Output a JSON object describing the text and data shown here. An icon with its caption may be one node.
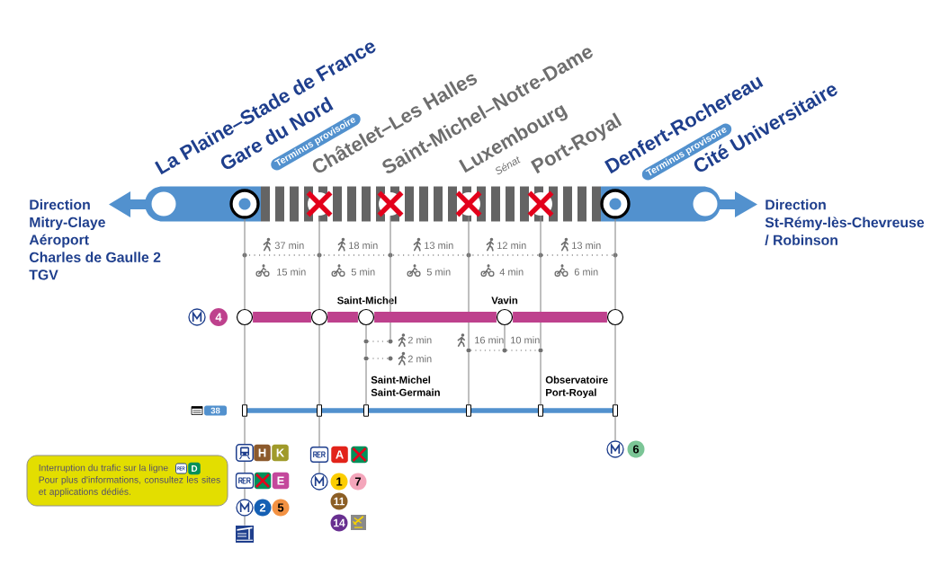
{
  "diagram": {
    "nodes": [
      {
        "text": [],
        "shape": "bar"
      },
      {
        "text": [
          "La Plaine–Stade de France"
        ],
        "in": 0
      },
      {
        "text": [
          "Gare du Nord",
          "Terminus provisoire"
        ],
        "in": 0
      },
      {
        "text": [],
        "shape": "bar"
      },
      {
        "text": [
          "Châtelet–Les Halles"
        ],
        "in": 3
      },
      {
        "text": [
          "Saint-Michel–Notre-Dame"
        ],
        "in": 3
      },
      {
        "text": [
          "Luxembourg",
          "Sénat"
        ],
        "in": 3
      },
      {
        "text": [
          "Port-Royal"
        ],
        "in": 3
      },
      {
        "text": [],
        "shape": "bar"
      },
      {
        "text": [
          "Denfert-Rochereau",
          "Terminus provisoire"
        ],
        "in": 8
      },
      {
        "text": [
          "Cité Universitaire"
        ],
        "in": 8
      },
      {
        "text": [
          "4"
        ]
      },
      {
        "text": [],
        "shape": "circle"
      },
      {
        "text": [],
        "shape": "circle"
      },
      {
        "text": [
          "Saint-Michel"
        ]
      },
      {
        "text": [
          "Vavin"
        ]
      },
      {
        "text": [],
        "shape": "circle"
      },
      {
        "text": [],
        "shape": "circle"
      },
      {
        "text": [],
        "shape": "circle"
      },
      {
        "text": [],
        "shape": "circle"
      },
      {
        "text": [],
        "shape": "circle"
      },
      {
        "text": [],
        "shape": "circle"
      },
      {
        "text": [],
        "shape": "circle"
      },
      {
        "text": [],
        "shape": "circle"
      },
      {
        "text": [
          "38"
        ]
      },
      {
        "text": [],
        "shape": "box"
      },
      {
        "text": [],
        "shape": "box"
      },
      {
        "text": [
          "Saint-Michel Saint-Germain"
        ]
      },
      {
        "text": [],
        "shape": "box"
      },
      {
        "text": [
          "Observatoire Port-Royal"
        ]
      },
      {
        "text": [],
        "shape": "box"
      },
      {
        "text": [],
        "shape": "picture"
      },
      {
        "text": [
          "H"
        ]
      },
      {
        "text": [
          "K"
        ]
      },
      {
        "text": [
          "Interruption du trafic sur la ligne",
          "Pour plus d'informations, consultez les sites et applications dédiés."
        ]
      },
      {
        "text": [
          "D"
        ],
        "in": 34
      },
      {
        "text": [],
        "shape": "picture"
      },
      {
        "text": [
          "A"
        ]
      },
      {
        "text": [],
        "shape": "box"
      },
      {
        "text": [],
        "shape": "picture"
      },
      {
        "text": [
          "6"
        ]
      },
      {
        "text": [],
        "shape": "picture"
      },
      {
        "text": [],
        "shape": "box"
      },
      {
        "text": [
          "E"
        ]
      },
      {
        "text": [],
        "shape": "picture"
      },
      {
        "text": [
          "1"
        ]
      },
      {
        "text": [
          "7"
        ]
      },
      {
        "text": [],
        "shape": "picture"
      },
      {
        "text": [
          "2"
        ]
      },
      {
        "text": [
          "5"
        ]
      },
      {
        "text": [
          "11"
        ]
      },
      {
        "text": [],
        "shape": "picture"
      },
      {
        "text": [
          "14"
        ]
      }
    ],
    "edges": [
      {
        "from": 2,
        "to": 12,
        "arrow": "none"
      },
      {
        "from": 12,
        "to": 25,
        "arrow": "none"
      },
      {
        "from": 25,
        "to": 31,
        "arrow": "none"
      },
      {
        "from": 31,
        "to": 41,
        "arrow": "none"
      },
      {
        "from": 41,
        "to": 47,
        "arrow": "none"
      },
      {
        "from": 47,
        "to": 51,
        "arrow": "none"
      },
      {
        "from": 4,
        "to": 13,
        "arrow": "none"
      },
      {
        "from": 13,
        "to": 26,
        "arrow": "none"
      },
      {
        "from": 26,
        "to": 36,
        "arrow": "none"
      },
      {
        "from": 36,
        "to": 44,
        "arrow": "none"
      },
      {
        "from": 5,
        "to": 18,
        "arrow": "none"
      },
      {
        "from": 14,
        "to": 17,
        "arrow": "none"
      },
      {
        "from": 17,
        "to": 22,
        "arrow": "none"
      },
      {
        "from": 22,
        "to": 27,
        "arrow": "none"
      },
      {
        "from": 6,
        "to": 19,
        "arrow": "none"
      },
      {
        "from": 19,
        "to": 28,
        "arrow": "none"
      },
      {
        "from": 15,
        "to": 20,
        "arrow": "none"
      },
      {
        "from": 7,
        "to": 21,
        "arrow": "none"
      },
      {
        "from": 21,
        "to": 29,
        "arrow": "none"
      },
      {
        "from": 9,
        "to": 16,
        "arrow": "none"
      },
      {
        "from": 16,
        "to": 30,
        "arrow": "none"
      },
      {
        "from": 30,
        "to": 39,
        "arrow": "none"
      },
      {
        "from": 17,
        "to": 18,
        "arrow": "none",
        "label": "2 min",
        "style": "dashed"
      },
      {
        "from": 22,
        "to": 23,
        "arrow": "none",
        "label": "2 min",
        "style": "dashed"
      },
      {
        "from": 19,
        "to": 20,
        "arrow": "none",
        "label": "16 min",
        "style": "dashed"
      },
      {
        "from": 20,
        "to": 21,
        "arrow": "none",
        "label": "10 min",
        "style": "dashed"
      },
      {
        "from": 12,
        "to": 13,
        "arrow": "none",
        "style": "thick",
        "color": "#be418d"
      },
      {
        "from": 13,
        "to": 14,
        "arrow": "none",
        "style": "thick",
        "color": "#be418d"
      },
      {
        "from": 14,
        "to": 15,
        "arrow": "none",
        "style": "thick",
        "color": "#be418d"
      },
      {
        "from": 15,
        "to": 16,
        "arrow": "none",
        "style": "thick",
        "color": "#be418d"
      },
      {
        "from": 25,
        "to": 26,
        "arrow": "none",
        "style": "thick",
        "color": "#5291ce"
      },
      {
        "from": 26,
        "to": 27,
        "arrow": "none",
        "style": "thick",
        "color": "#5291ce"
      },
      {
        "from": 27,
        "to": 28,
        "arrow": "none",
        "style": "thick",
        "color": "#5291ce"
      },
      {
        "from": 28,
        "to": 29,
        "arrow": "none",
        "style": "thick",
        "color": "#5291ce"
      },
      {
        "from": 29,
        "to": 30,
        "arrow": "none",
        "style": "thick",
        "color": "#5291ce"
      }
    ],
    "labels": [
      "Direction",
      "Mitry-Claye",
      "Aéroport",
      "Charles de Gaulle 2",
      "TGV",
      "Direction",
      "St-Rémy-lès-Chevreuse",
      "/ Robinson",
      "37 min",
      "18 min",
      "13 min",
      "12 min",
      "13 min",
      "15 min",
      "5 min",
      "5 min",
      "4 min",
      "6 min"
    ]
  }
}
